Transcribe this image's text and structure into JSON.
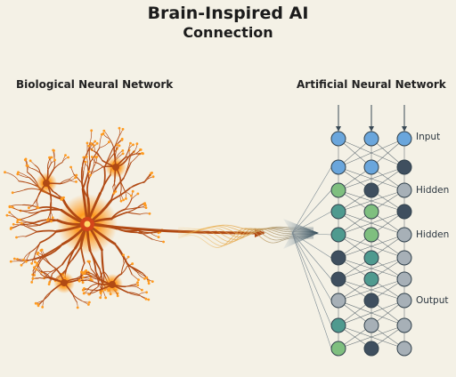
{
  "title": {
    "line1": "Brain-Inspired AI",
    "line2": "Connection"
  },
  "biological": {
    "label": "Biological Neural Network"
  },
  "artificial": {
    "label": "Artificial Neural Network",
    "layer_labels": [
      "Input",
      "Hidden",
      "Hidden",
      "Output"
    ]
  },
  "colors": {
    "background": "#f4f1e6",
    "neuron": "#b14a14",
    "neuron_glow": "#ff9a1e",
    "signal_wave": "#d89a40",
    "arrow": "#2d4654",
    "node_blue": "#6aa6dc",
    "node_green": "#7fbf7f",
    "node_teal": "#4f9a8f",
    "node_dark": "#3f4f5f",
    "node_gray": "#a7b0b7"
  }
}
